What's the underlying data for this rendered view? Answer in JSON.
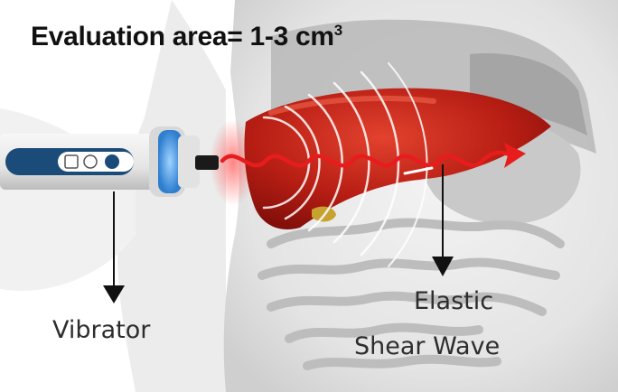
{
  "title": {
    "text": "Evaluation area= 1-3 cm",
    "superscript": "3"
  },
  "labels": {
    "vibrator": "Vibrator",
    "elastic_line1": "Elastic",
    "elastic_line2": "Shear Wave"
  },
  "colors": {
    "liver": "#b81e14",
    "wave": "#e81c1c",
    "probe_body": "#1b4b78",
    "probe_ring": "#3d8bd6",
    "arrow": "#111111",
    "silhouette": "#e2e2e2"
  },
  "icons": {
    "probe": "vibrator-probe-icon",
    "arrow": "down-arrow-icon"
  }
}
